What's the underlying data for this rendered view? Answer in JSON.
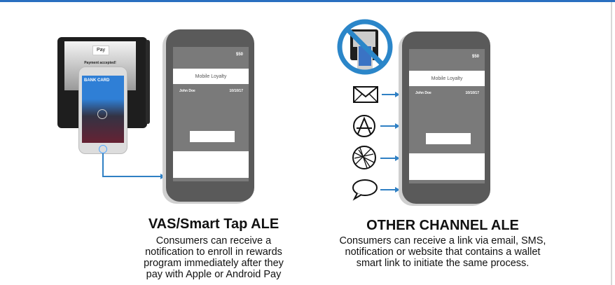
{
  "colors": {
    "accent": "#2a6fc0",
    "arrow": "#2f80c4",
    "phone_body": "#5a5a5a"
  },
  "terminal": {
    "pay_label": "Pay",
    "status": "Payment accepted!",
    "card_label": "BANK CARD"
  },
  "left_phone": {
    "amount": "$50",
    "title": "Mobile Loyalty",
    "name": "John Doe",
    "date": "10/10/17"
  },
  "right_phone": {
    "amount": "$50",
    "title": "Mobile Loyalty",
    "name": "John Doe",
    "date": "10/10/17"
  },
  "channels": [
    {
      "icon": "envelope-icon"
    },
    {
      "icon": "app-store-icon"
    },
    {
      "icon": "globe-icon"
    },
    {
      "icon": "speech-bubble-icon"
    }
  ],
  "left_section": {
    "heading": "VAS/Smart Tap ALE",
    "lines": [
      "Consumers can receive a",
      "notification to enroll in rewards",
      "program immediately after they",
      "pay with Apple or Android Pay"
    ]
  },
  "right_section": {
    "heading": "OTHER CHANNEL ALE",
    "lines": [
      "Consumers can receive a link via email, SMS,",
      "notification or website that contains a wallet",
      "smart link to initiate the same process."
    ]
  }
}
